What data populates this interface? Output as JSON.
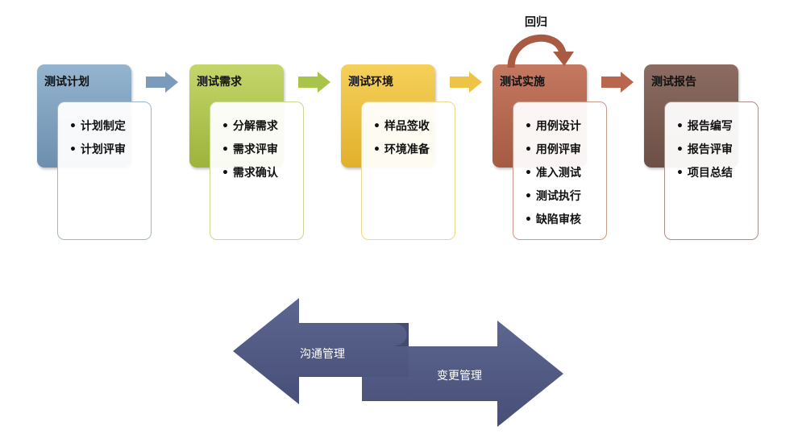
{
  "stages": [
    {
      "title": "测试计划",
      "items": [
        "计划制定",
        "计划评审"
      ],
      "head_color": "#94b4cf",
      "head_color_dark": "#6d8fae",
      "card_border": "#9fb7cc"
    },
    {
      "title": "测试需求",
      "items": [
        "分解需求",
        "需求评审",
        "需求确认"
      ],
      "head_color": "#c4d66a",
      "head_color_dark": "#9db33a",
      "card_border": "#c7d892"
    },
    {
      "title": "测试环境",
      "items": [
        "样品签收",
        "环境准备"
      ],
      "head_color": "#f5d05a",
      "head_color_dark": "#e2b02c",
      "card_border": "#f0d78d"
    },
    {
      "title": "测试实施",
      "items": [
        "用例设计",
        "用例评审",
        "准入测试",
        "测试执行",
        "缺陷审核"
      ],
      "head_color": "#c57860",
      "head_color_dark": "#a55a42",
      "card_border": "#c99a88"
    },
    {
      "title": "测试报告",
      "items": [
        "报告编写",
        "报告评审",
        "项目总结"
      ],
      "head_color": "#8c6c62",
      "head_color_dark": "#6c4f47",
      "card_border": "#a89089"
    }
  ],
  "loop": {
    "label": "回归",
    "color": "#a95a43"
  },
  "arrow_colors": [
    "#7b9bbd",
    "#a9c44a",
    "#eec447",
    "#b8664d"
  ],
  "management": {
    "left_label": "沟通管理",
    "right_label": "变更管理",
    "color": "#5d6690",
    "color_dark": "#474f78"
  }
}
